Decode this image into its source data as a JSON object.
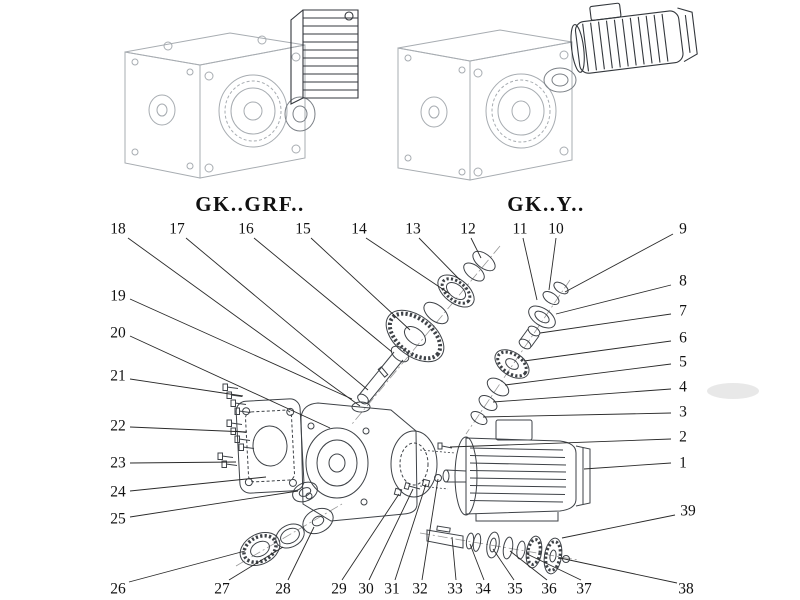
{
  "page": {
    "background": "#ffffff"
  },
  "colors": {
    "leader": "#2a2a2a",
    "text": "#111111",
    "body_line": "#a7acb1",
    "detail_line": "#7a7f85",
    "dark_line": "#33373c",
    "explode_line": "#3e4247"
  },
  "titles": {
    "left": "GK..GRF..",
    "right": "GK..Y.."
  },
  "callouts": [
    {
      "num": "18",
      "label": [
        118,
        229
      ],
      "line": [
        128,
        238,
        360,
        406
      ]
    },
    {
      "num": "17",
      "label": [
        177,
        229
      ],
      "line": [
        186,
        238,
        368,
        390
      ]
    },
    {
      "num": "16",
      "label": [
        246,
        229
      ],
      "line": [
        254,
        238,
        392,
        352
      ]
    },
    {
      "num": "15",
      "label": [
        303,
        229
      ],
      "line": [
        311,
        238,
        410,
        330
      ]
    },
    {
      "num": "14",
      "label": [
        359,
        229
      ],
      "line": [
        366,
        238,
        450,
        294
      ]
    },
    {
      "num": "13",
      "label": [
        413,
        229
      ],
      "line": [
        419,
        238,
        460,
        280
      ]
    },
    {
      "num": "12",
      "label": [
        468,
        229
      ],
      "line": [
        471,
        238,
        481,
        258
      ]
    },
    {
      "num": "11",
      "label": [
        520,
        229
      ],
      "line": [
        523,
        238,
        537,
        300
      ]
    },
    {
      "num": "10",
      "label": [
        556,
        229
      ],
      "line": [
        556,
        238,
        549,
        290
      ]
    },
    {
      "num": "9",
      "label": [
        683,
        229
      ],
      "line": [
        673,
        234,
        565,
        292
      ]
    },
    {
      "num": "8",
      "label": [
        683,
        281
      ],
      "line": [
        671,
        285,
        556,
        314
      ]
    },
    {
      "num": "7",
      "label": [
        683,
        311
      ],
      "line": [
        671,
        314,
        540,
        333
      ]
    },
    {
      "num": "6",
      "label": [
        683,
        338
      ],
      "line": [
        671,
        341,
        524,
        361
      ]
    },
    {
      "num": "5",
      "label": [
        683,
        362
      ],
      "line": [
        671,
        364,
        505,
        385
      ]
    },
    {
      "num": "4",
      "label": [
        683,
        387
      ],
      "line": [
        671,
        389,
        493,
        402
      ]
    },
    {
      "num": "3",
      "label": [
        683,
        412
      ],
      "line": [
        671,
        413,
        483,
        417
      ]
    },
    {
      "num": "2",
      "label": [
        683,
        437
      ],
      "line": [
        671,
        439,
        450,
        447
      ]
    },
    {
      "num": "1",
      "label": [
        683,
        463
      ],
      "line": [
        671,
        463,
        584,
        469
      ]
    },
    {
      "num": "39",
      "label": [
        688,
        511
      ],
      "line": [
        675,
        515,
        562,
        538
      ]
    },
    {
      "num": "19",
      "label": [
        118,
        296
      ],
      "line": [
        130,
        299,
        352,
        399
      ]
    },
    {
      "num": "20",
      "label": [
        118,
        333
      ],
      "line": [
        130,
        336,
        330,
        428
      ]
    },
    {
      "num": "21",
      "label": [
        118,
        376
      ],
      "line": [
        130,
        379,
        243,
        396
      ]
    },
    {
      "num": "22",
      "label": [
        118,
        426
      ],
      "line": [
        130,
        427,
        247,
        432
      ]
    },
    {
      "num": "23",
      "label": [
        118,
        463
      ],
      "line": [
        130,
        463,
        236,
        462
      ]
    },
    {
      "num": "24",
      "label": [
        118,
        492
      ],
      "line": [
        130,
        491,
        266,
        477
      ]
    },
    {
      "num": "25",
      "label": [
        118,
        519
      ],
      "line": [
        130,
        517,
        298,
        491
      ]
    },
    {
      "num": "26",
      "label": [
        118,
        589
      ],
      "line": [
        129,
        582,
        245,
        551
      ]
    },
    {
      "num": "27",
      "label": [
        222,
        589
      ],
      "line": [
        229,
        580,
        283,
        547
      ]
    },
    {
      "num": "28",
      "label": [
        283,
        589
      ],
      "line": [
        288,
        580,
        314,
        527
      ]
    },
    {
      "num": "29",
      "label": [
        339,
        589
      ],
      "line": [
        342,
        580,
        399,
        494
      ]
    },
    {
      "num": "30",
      "label": [
        366,
        589
      ],
      "line": [
        369,
        580,
        413,
        489
      ]
    },
    {
      "num": "31",
      "label": [
        392,
        589
      ],
      "line": [
        395,
        580,
        426,
        484
      ]
    },
    {
      "num": "32",
      "label": [
        420,
        589
      ],
      "line": [
        422,
        580,
        438,
        479
      ]
    },
    {
      "num": "33",
      "label": [
        455,
        589
      ],
      "line": [
        456,
        580,
        452,
        537
      ]
    },
    {
      "num": "34",
      "label": [
        483,
        589
      ],
      "line": [
        484,
        580,
        470,
        544
      ]
    },
    {
      "num": "35",
      "label": [
        515,
        589
      ],
      "line": [
        514,
        580,
        493,
        549
      ]
    },
    {
      "num": "36",
      "label": [
        549,
        589
      ],
      "line": [
        547,
        580,
        510,
        551
      ]
    },
    {
      "num": "37",
      "label": [
        584,
        589
      ],
      "line": [
        581,
        580,
        527,
        554
      ]
    },
    {
      "num": "38",
      "label": [
        686,
        589
      ],
      "line": [
        677,
        583,
        560,
        558
      ]
    }
  ]
}
